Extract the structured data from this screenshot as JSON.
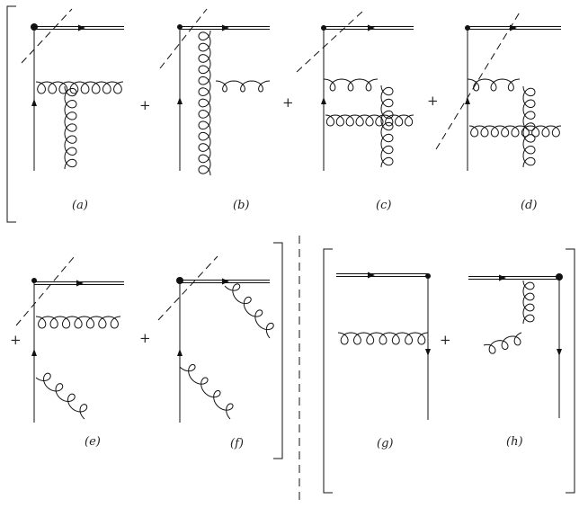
{
  "diagrams": {
    "a": {
      "label": "(a)"
    },
    "b": {
      "label": "(b)"
    },
    "c": {
      "label": "(c)"
    },
    "d": {
      "label": "(d)"
    },
    "e": {
      "label": "(e)"
    },
    "f": {
      "label": "(f)"
    },
    "g": {
      "label": "(g)"
    },
    "h": {
      "label": "(h)"
    }
  },
  "operators": {
    "plus": "+"
  }
}
